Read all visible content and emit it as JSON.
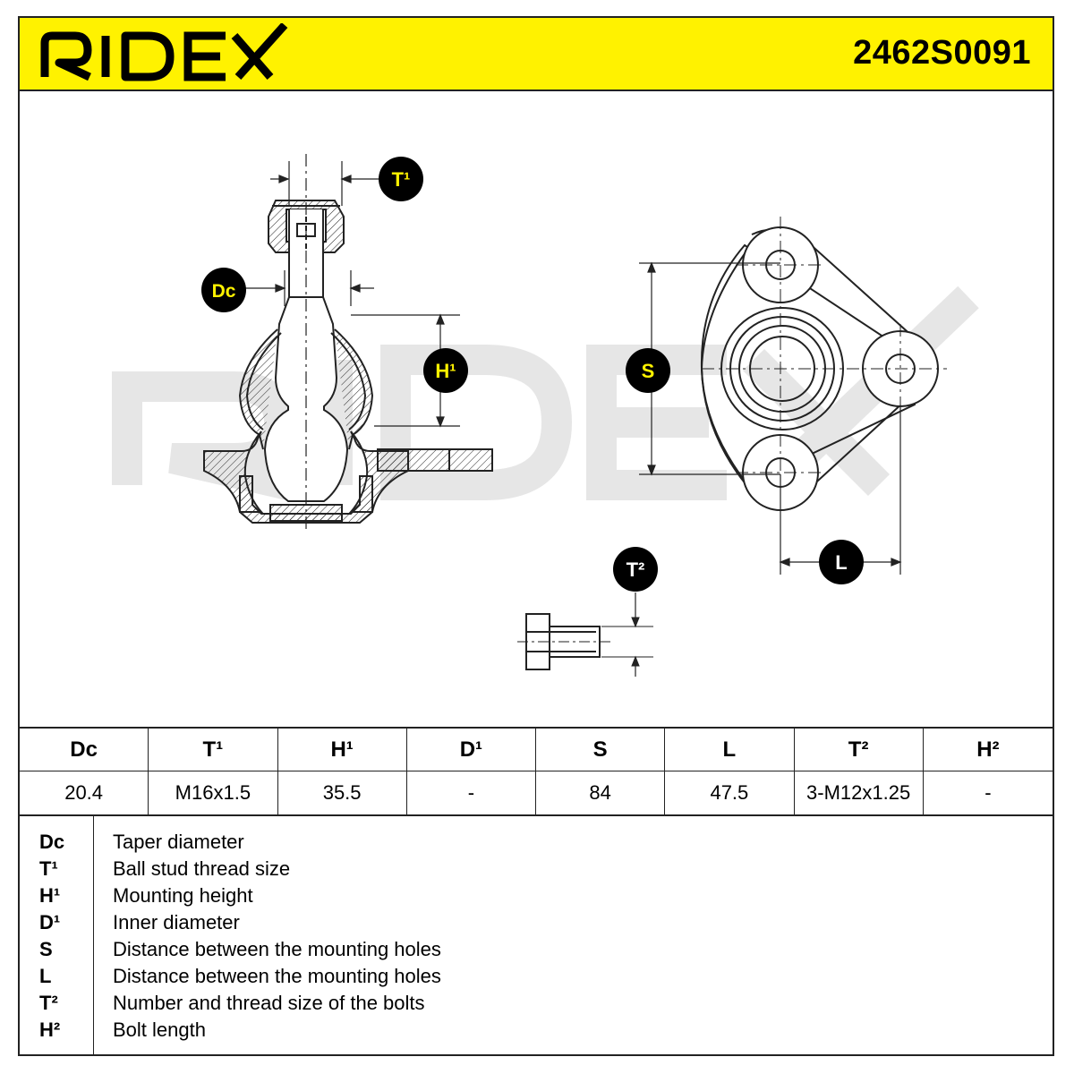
{
  "header": {
    "brand": "RIDEX",
    "part_number": "2462S0091"
  },
  "drawing_labels": {
    "t1": "T¹",
    "dc": "Dc",
    "h1": "H¹",
    "s": "S",
    "l": "L",
    "t2": "T²"
  },
  "table": {
    "headers": [
      "Dc",
      "T¹",
      "H¹",
      "D¹",
      "S",
      "L",
      "T²",
      "H²"
    ],
    "values": [
      "20.4",
      "M16x1.5",
      "35.5",
      "-",
      "84",
      "47.5",
      "3-M12x1.25",
      "-"
    ]
  },
  "legend": [
    {
      "key": "Dc",
      "desc": "Taper diameter"
    },
    {
      "key": "T¹",
      "desc": "Ball stud thread size"
    },
    {
      "key": "H¹",
      "desc": "Mounting height"
    },
    {
      "key": "D¹",
      "desc": "Inner diameter"
    },
    {
      "key": "S",
      "desc": "Distance between the mounting holes"
    },
    {
      "key": "L",
      "desc": "Distance between the mounting holes"
    },
    {
      "key": "T²",
      "desc": "Number and thread size of the bolts"
    },
    {
      "key": "H²",
      "desc": "Bolt length"
    }
  ],
  "colors": {
    "header_bg": "#fff200",
    "badge_bg": "#000000",
    "badge_text": "#fff200",
    "watermark": "#e6e6e6"
  }
}
